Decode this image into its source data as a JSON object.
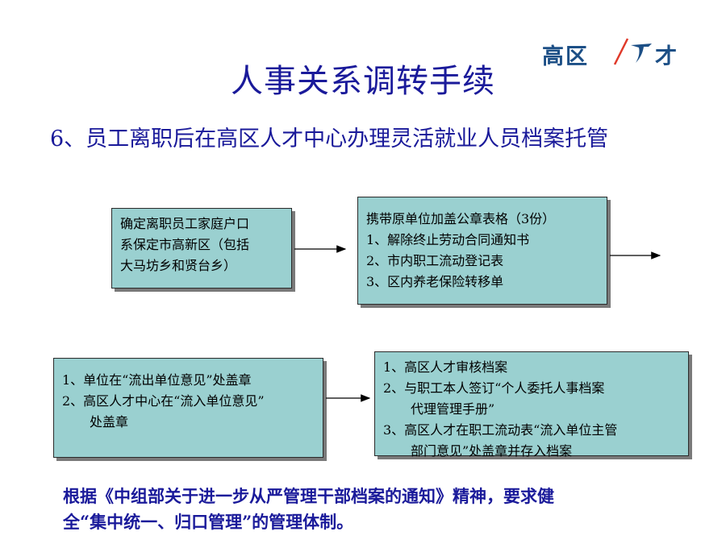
{
  "logo": {
    "left_text": "高区",
    "right_text": "才"
  },
  "title": "人事关系调转手续",
  "subtitle": "6、员工离职后在高区人才中心办理灵活就业人员档案托管",
  "boxes": {
    "box1": {
      "lines": [
        "确定离职员工家庭户口",
        "系保定市高新区（包括",
        "大马坊乡和贤台乡）"
      ]
    },
    "box2": {
      "lines": [
        "携带原单位加盖公章表格（3份）",
        "1、解除终止劳动合同通知书",
        "2、市内职工流动登记表",
        "3、区内养老保险转移单"
      ]
    },
    "box3": {
      "lines": [
        "1、单位在“流出单位意见”处盖章",
        "2、高区人才中心在“流入单位意见”",
        "处盖章"
      ]
    },
    "box4": {
      "lines": [
        "1、高区人才审核档案",
        "2、与职工本人签订“个人委托人事档案",
        "代理管理手册”",
        "3、高区人才在职工流动表“流入单位主管",
        "部门意见”处盖章并存入档案"
      ]
    }
  },
  "bottom_text": {
    "lines": [
      "根据《中组部关于进一步从严管理干部档案的通知》精神，要求健",
      "全“集中统一、归口管理”的管理体制。"
    ]
  },
  "colors": {
    "box_fill": "#9ad0d0",
    "text_blue": "#1a1a9a",
    "logo_blue": "#1c4f86",
    "logo_red": "#e03a2a"
  }
}
